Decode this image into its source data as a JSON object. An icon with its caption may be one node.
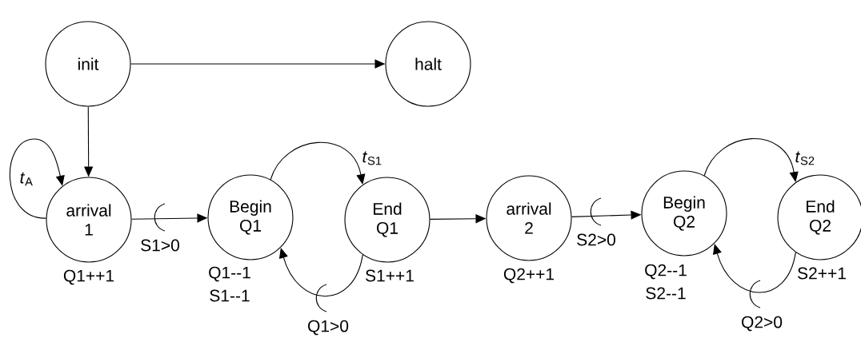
{
  "diagram": {
    "nodes": [
      {
        "text": [
          "init"
        ]
      },
      {
        "text": [
          "halt"
        ]
      },
      {
        "text": [
          "arrival 1"
        ],
        "beside": [
          "Q1++1"
        ]
      },
      {
        "text": [
          "Begin Q1"
        ],
        "beside": [
          "Q1--1",
          "S1--1"
        ]
      },
      {
        "text": [
          "End Q1"
        ],
        "beside": [
          "S1++1"
        ]
      },
      {
        "text": [
          "arrival 2"
        ],
        "beside": [
          "Q2++1"
        ]
      },
      {
        "text": [
          "Begin Q2"
        ],
        "beside": [
          "Q2--1",
          "S2--1"
        ]
      },
      {
        "text": [
          "End Q2"
        ],
        "beside": [
          "S2++1"
        ]
      }
    ],
    "edges": [
      {
        "from": 0,
        "to": 1,
        "arrow": "to"
      },
      {
        "from": 0,
        "to": 2,
        "arrow": "to"
      },
      {
        "from": 2,
        "to": 2,
        "arrow": "to",
        "label": "*t*$_{A}$"
      },
      {
        "from": 2,
        "to": 3,
        "arrow": "to",
        "label": "S1>0"
      },
      {
        "from": 3,
        "to": 4,
        "arrow": "to",
        "label": "*t*$_{S1}$"
      },
      {
        "from": 4,
        "to": 3,
        "arrow": "to",
        "label": "Q1>0"
      },
      {
        "from": 4,
        "to": 5,
        "arrow": "to"
      },
      {
        "from": 5,
        "to": 6,
        "arrow": "to",
        "label": "S2>0"
      },
      {
        "from": 6,
        "to": 7,
        "arrow": "to",
        "label": "*t*$_{S2}$"
      },
      {
        "from": 7,
        "to": 6,
        "arrow": "to",
        "label": "Q2>0"
      }
    ]
  }
}
